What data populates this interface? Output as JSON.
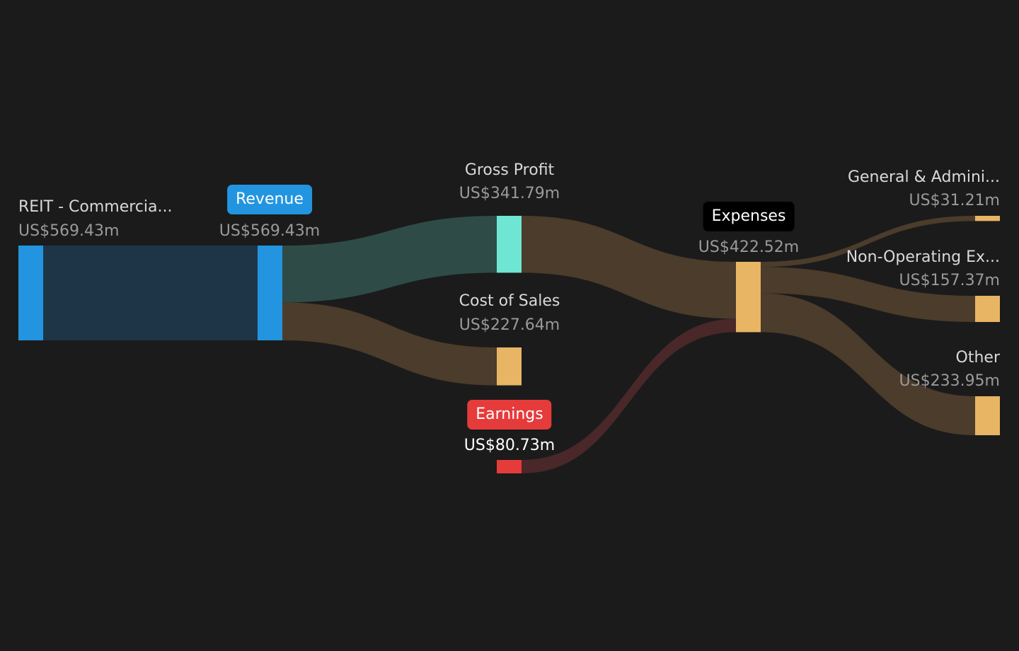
{
  "chart_data": {
    "type": "sankey",
    "currency_prefix": "US$",
    "unit_suffix": "m",
    "nodes": [
      {
        "id": "segment",
        "label": "REIT - Commercia...",
        "value": 569.43,
        "value_label": "US$569.43m",
        "color": "#2395e0",
        "label_style": "plain"
      },
      {
        "id": "revenue",
        "label": "Revenue",
        "value": 569.43,
        "value_label": "US$569.43m",
        "color": "#2395e0",
        "label_style": "badge",
        "badge_color": "#2395e0"
      },
      {
        "id": "gross_profit",
        "label": "Gross Profit",
        "value": 341.79,
        "value_label": "US$341.79m",
        "color": "#6ee6d3",
        "label_style": "plain"
      },
      {
        "id": "cost_of_sales",
        "label": "Cost of Sales",
        "value": 227.64,
        "value_label": "US$227.64m",
        "color": "#e8b565",
        "label_style": "plain"
      },
      {
        "id": "earnings",
        "label": "Earnings",
        "value": 80.73,
        "value_label": "US$80.73m",
        "color": "#e63b3b",
        "label_style": "badge",
        "badge_color": "#e63b3b"
      },
      {
        "id": "expenses",
        "label": "Expenses",
        "value": 422.52,
        "value_label": "US$422.52m",
        "color": "#e8b565",
        "label_style": "badge",
        "badge_color": "#000000"
      },
      {
        "id": "general_admin",
        "label": "General & Admini...",
        "value": 31.21,
        "value_label": "US$31.21m",
        "color": "#e8b565",
        "label_style": "plain"
      },
      {
        "id": "non_operating",
        "label": "Non-Operating Ex...",
        "value": 157.37,
        "value_label": "US$157.37m",
        "color": "#e8b565",
        "label_style": "plain"
      },
      {
        "id": "other",
        "label": "Other",
        "value": 233.95,
        "value_label": "US$233.95m",
        "color": "#e8b565",
        "label_style": "plain"
      }
    ],
    "links": [
      {
        "source": "segment",
        "target": "revenue",
        "value": 569.43,
        "color": "#1e3547"
      },
      {
        "source": "revenue",
        "target": "gross_profit",
        "value": 341.79,
        "color": "#2e4b47"
      },
      {
        "source": "revenue",
        "target": "cost_of_sales",
        "value": 227.64,
        "color": "#4b3c2b"
      },
      {
        "source": "gross_profit",
        "target": "expenses",
        "value": 341.79,
        "color": "#4b3c2b"
      },
      {
        "source": "earnings",
        "target": "expenses",
        "value": 80.73,
        "color": "#4a2728"
      },
      {
        "source": "expenses",
        "target": "general_admin",
        "value": 31.21,
        "color": "#4b3c2b"
      },
      {
        "source": "expenses",
        "target": "non_operating",
        "value": 157.37,
        "color": "#4b3c2b"
      },
      {
        "source": "expenses",
        "target": "other",
        "value": 233.95,
        "color": "#4b3c2b"
      }
    ]
  }
}
